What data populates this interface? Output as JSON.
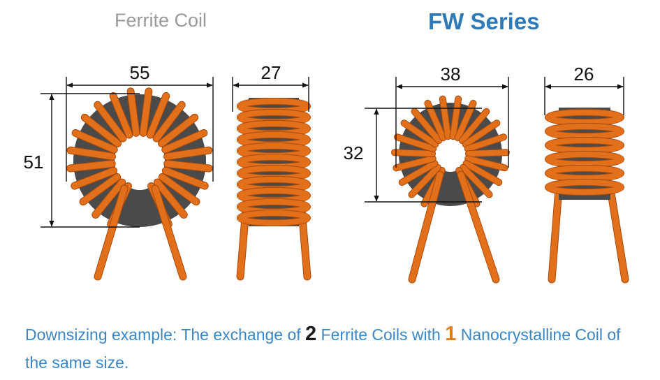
{
  "headings": {
    "ferrite": "Ferrite Coil",
    "fw": "FW Series"
  },
  "dimensions": {
    "ferrite_width": "55",
    "ferrite_height": "51",
    "ferrite_depth": "27",
    "fw_width": "38",
    "fw_height": "32",
    "fw_depth": "26"
  },
  "caption": {
    "part1": "Downsizing example: The exchange of ",
    "count_ferrite": "2",
    "part2": " Ferrite Coils with ",
    "count_fw": "1",
    "part3": " Nanocrystalline Coil of the same size."
  },
  "colors": {
    "copper": "#e2701b",
    "copper_dark": "#a84a0c",
    "core": "#4a4a4a",
    "dim_line": "#111111",
    "ferrite_heading": "#999999",
    "fw_heading": "#2e7ab8",
    "caption_text": "#3a86c4",
    "count_ferrite": "#1a1a1a",
    "count_fw": "#e07b1e"
  }
}
